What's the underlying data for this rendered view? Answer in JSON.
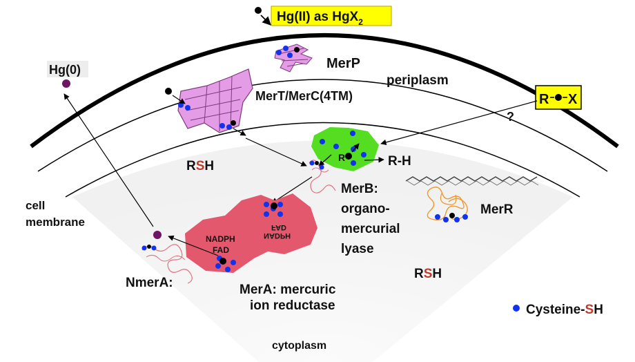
{
  "labels": {
    "hg_input": "Hg(II) as HgX",
    "hg_input_sub": "2",
    "hg0": "Hg(0)",
    "merp": "MerP",
    "periplasm": "periplasm",
    "mert": "MerT/MerC(4TM)",
    "rx_r": "R",
    "rx_x": "X",
    "question": "?",
    "merb_r": "R",
    "rh": "R-H",
    "rsh1_r": "R",
    "rsh1_s": "S",
    "rsh1_h": "H",
    "merb_line1": "MerB:",
    "merb_line2": "organo-",
    "merb_line3": "mercurial",
    "merb_line4": "lyase",
    "merr": "MerR",
    "cell_line1": "cell",
    "cell_line2": "membrane",
    "nadph": "NADPH",
    "fad": "FAD",
    "fad_mirror": "FAD",
    "nadph_mirror": "NADPH",
    "nmera": "NmerA:",
    "mera_line1": "MerA: mercuric",
    "mera_line2": "ion reductase",
    "rsh2_r": "R",
    "rsh2_s": "S",
    "rsh2_h": "H",
    "legend_prefix": "Cysteine-",
    "legend_s": "S",
    "legend_h": "H",
    "cytoplasm": "cytoplasm"
  },
  "colors": {
    "hg_box": "#ffff00",
    "hg0_text": "#7a1c7a",
    "hg0_dot": "#6e1566",
    "merp_fill": "#e49ce6",
    "merb_fill": "#55dd22",
    "mera_fill": "#e4586e",
    "merr_stroke": "#f0982a",
    "cysteine": "#1133ee",
    "sulfur": "#c0392b"
  }
}
